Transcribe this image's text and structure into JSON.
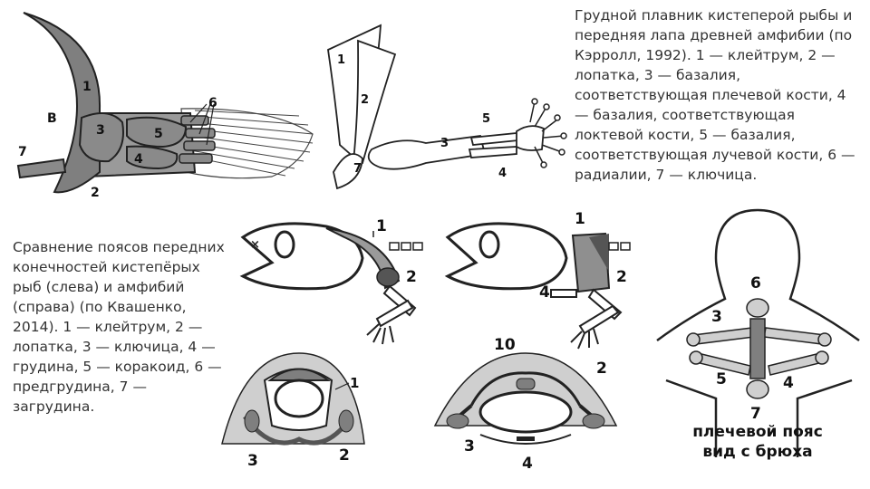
{
  "captions": {
    "top_right": "Грудной плавник кистеперой рыбы и передняя лапа древней амфибии (по Кэрролл, 1992). 1 — клейтрум, 2 — лопатка, 3 — базалия, соответствующая плечевой кости, 4 — базалия, соответствующая локтевой кости, 5 — базалия, соответствующая лучевой кости, 6 — радиалии, 7 — ключица.",
    "left": "Сравнение поясов передних конечностей кистепёрых рыб (слева) и амфибий (справа) (по Квашенко, 2014). 1 — клейтрум, 2 — лопатка, 3 — ключица, 4 — грудина, 5 — коракоид, 6 — предгрудина, 7 — загрудина."
  },
  "fish_fin": {
    "labels": [
      "1",
      "В",
      "3",
      "5",
      "6",
      "4",
      "7",
      "2"
    ]
  },
  "amphibian_limb": {
    "labels": [
      "1",
      "2",
      "3",
      "5",
      "7",
      "4"
    ]
  },
  "fish_girdle_side": {
    "labels": [
      "1",
      "2"
    ]
  },
  "amphibian_girdle_side": {
    "labels": [
      "1",
      "2",
      "4"
    ]
  },
  "fish_girdle_section": {
    "labels": [
      "1",
      "3",
      "2"
    ]
  },
  "amphibian_girdle_section": {
    "labels": [
      "10",
      "2",
      "3",
      "4"
    ]
  },
  "shoulder_girdle_ventral": {
    "labels": [
      "6",
      "3",
      "5",
      "4",
      "7"
    ],
    "title_line1": "плечевой пояс",
    "title_line2": "вид с брюха"
  },
  "colors": {
    "bone_dark": "#7f7f7f",
    "bone_light": "#cfcfcf",
    "outline": "#222222",
    "text": "#333333"
  }
}
